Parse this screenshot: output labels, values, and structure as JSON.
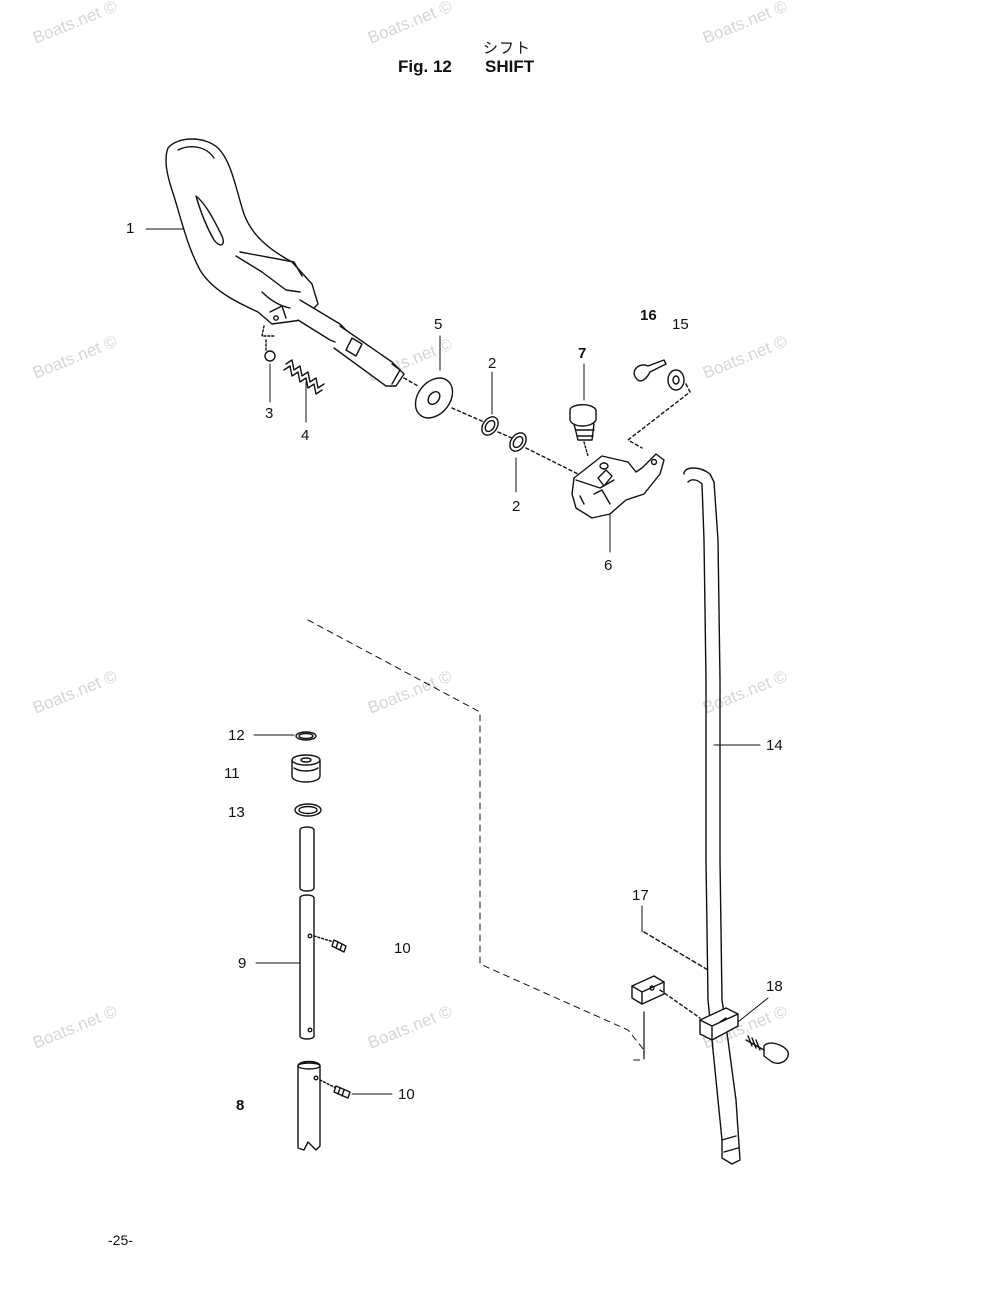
{
  "title": {
    "japanese": "シフト",
    "figure": "Fig. 12",
    "name": "SHIFT"
  },
  "callouts": {
    "c1": "1",
    "c2a": "2",
    "c2b": "2",
    "c3": "3",
    "c4": "4",
    "c5": "5",
    "c6": "6",
    "c7": "7",
    "c8": "8",
    "c9": "9",
    "c10a": "10",
    "c10b": "10",
    "c11": "11",
    "c12": "12",
    "c13": "13",
    "c14": "14",
    "c15": "15",
    "c16": "16",
    "c17": "17",
    "c18": "18"
  },
  "watermark": "Boats.net ©",
  "page_number": "-25-",
  "colors": {
    "ink": "#111111",
    "watermark": "#d6d6d6"
  }
}
